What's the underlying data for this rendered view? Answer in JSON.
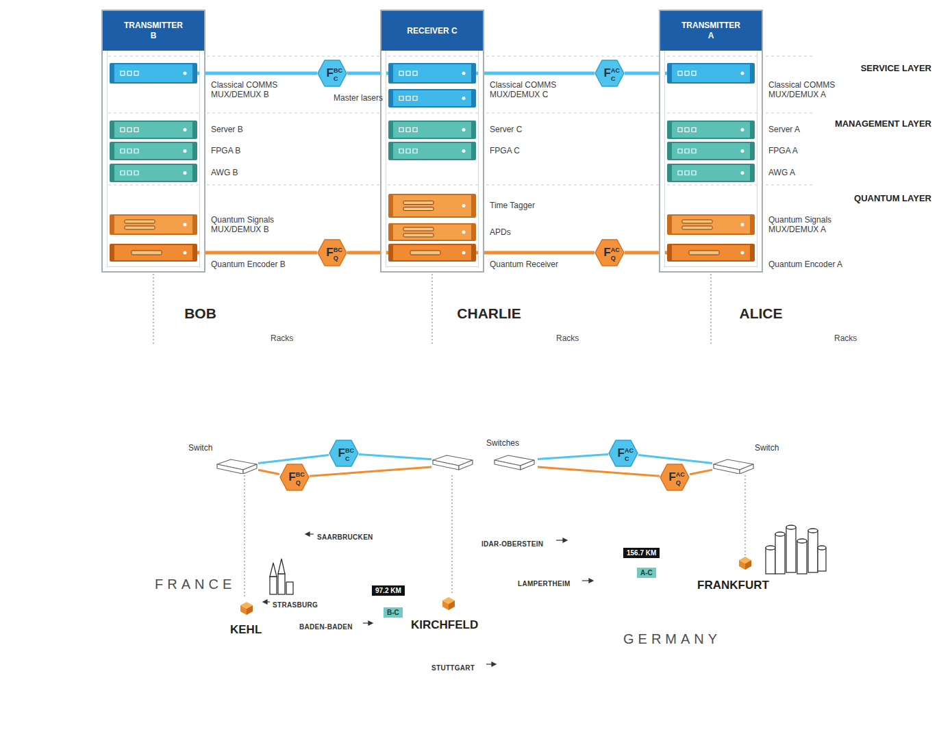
{
  "diagram": {
    "nodes": [
      {
        "text": [
          "TRANSMITTER B"
        ]
      },
      {
        "text": [
          "Classical COMMS MUX/DEMUX B"
        ],
        "in": 0
      },
      {
        "text": [
          "Server B"
        ],
        "in": 0
      },
      {
        "text": [
          "FPGA B"
        ],
        "in": 0
      },
      {
        "text": [
          "AWG B"
        ],
        "in": 0
      },
      {
        "text": [
          "Quantum Signals MUX/DEMUX B"
        ],
        "in": 0
      },
      {
        "text": [
          "Quantum Encoder B"
        ],
        "in": 0
      },
      {
        "text": [
          "RECEIVER C"
        ]
      },
      {
        "text": [
          "Classical COMMS MUX/DEMUX C"
        ],
        "in": 7
      },
      {
        "text": [
          "Master lasers"
        ],
        "in": 7
      },
      {
        "text": [
          "Server C"
        ],
        "in": 7
      },
      {
        "text": [
          "FPGA C"
        ],
        "in": 7
      },
      {
        "text": [
          "Time Tagger"
        ],
        "in": 7
      },
      {
        "text": [
          "APDs"
        ],
        "in": 7
      },
      {
        "text": [
          "Quantum Receiver"
        ],
        "in": 7
      },
      {
        "text": [
          "TRANSMITTER A"
        ]
      },
      {
        "text": [
          "Classical COMMS MUX/DEMUX A"
        ],
        "in": 15
      },
      {
        "text": [
          "Server A"
        ],
        "in": 15
      },
      {
        "text": [
          "FPGA A"
        ],
        "in": 15
      },
      {
        "text": [
          "AWG A"
        ],
        "in": 15
      },
      {
        "text": [
          "Quantum Signals MUX/DEMUX A"
        ],
        "in": 15
      },
      {
        "text": [
          "Quantum Encoder A"
        ],
        "in": 15
      },
      {
        "text": [
          "F",
          "BC",
          "C"
        ]
      },
      {
        "text": [
          "F",
          "AC",
          "C"
        ]
      },
      {
        "text": [
          "F",
          "BC",
          "Q"
        ]
      },
      {
        "text": [
          "F",
          "AC",
          "Q"
        ]
      },
      {
        "text": [
          "BOB"
        ]
      },
      {
        "text": [
          "Switch"
        ],
        "in": 26
      },
      {
        "text": [
          "CHARLIE"
        ]
      },
      {
        "text": [
          "Switches"
        ],
        "in": 28
      },
      {
        "text": [
          "ALICE"
        ]
      },
      {
        "text": [
          "Switch"
        ],
        "in": 30
      },
      {
        "text": [
          "F",
          "BC",
          "C"
        ]
      },
      {
        "text": [
          "F",
          "BC",
          "Q"
        ]
      },
      {
        "text": [
          "F",
          "AC",
          "C"
        ]
      },
      {
        "text": [
          "F",
          "AC",
          "Q"
        ]
      }
    ],
    "edges": [
      {
        "from": 1,
        "to": 22,
        "arrow": "none"
      },
      {
        "from": 22,
        "to": 8,
        "arrow": "none"
      },
      {
        "from": 8,
        "to": 23,
        "arrow": "none"
      },
      {
        "from": 23,
        "to": 16,
        "arrow": "none"
      },
      {
        "from": 6,
        "to": 24,
        "arrow": "none"
      },
      {
        "from": 24,
        "to": 14,
        "arrow": "none"
      },
      {
        "from": 14,
        "to": 25,
        "arrow": "none"
      },
      {
        "from": 25,
        "to": 21,
        "arrow": "none"
      },
      {
        "from": 27,
        "to": 32,
        "arrow": "none"
      },
      {
        "from": 32,
        "to": 29,
        "arrow": "none"
      },
      {
        "from": 27,
        "to": 33,
        "arrow": "none"
      },
      {
        "from": 33,
        "to": 29,
        "arrow": "none"
      },
      {
        "from": 29,
        "to": 34,
        "arrow": "none"
      },
      {
        "from": 34,
        "to": 31,
        "arrow": "none"
      },
      {
        "from": 29,
        "to": 35,
        "arrow": "none"
      },
      {
        "from": 35,
        "to": 31,
        "arrow": "none"
      }
    ],
    "labels": [
      "SERVICE LAYER",
      "MANAGEMENT LAYER",
      "QUANTUM LAYER",
      "Racks",
      "Racks",
      "Racks",
      "SAARBRUCKEN",
      "IDAR-OBERSTEIN",
      "156.7 KM",
      "A-C",
      "FRANKFURT",
      "FRANCE",
      "STRASBURG",
      "LAMPERTHEIM",
      "97.2 KM",
      "B-C",
      "KIRCHFELD",
      "KEHL",
      "BADEN-BADEN",
      "GERMANY",
      "STUTTGART"
    ]
  }
}
